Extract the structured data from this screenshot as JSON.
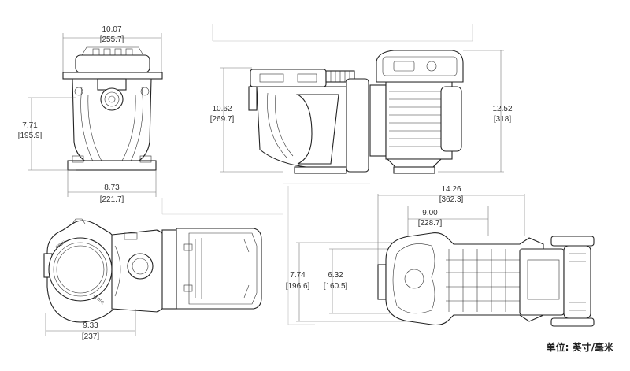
{
  "dimensions": {
    "front_width": {
      "in": "10.07",
      "mm": "[255.7]"
    },
    "front_height": {
      "in": "7.71",
      "mm": "[195.9]"
    },
    "front_base_width": {
      "in": "8.73",
      "mm": "[221.7]"
    },
    "side_height": {
      "in": "10.62",
      "mm": "[269.7]"
    },
    "side_total_height": {
      "in": "12.52",
      "mm": "[318]"
    },
    "top_width": {
      "in": "9.33",
      "mm": "[237]"
    },
    "bottom_total_length": {
      "in": "14.26",
      "mm": "[362.3]"
    },
    "bottom_inner_length": {
      "in": "9.00",
      "mm": "[228.7]"
    },
    "bottom_height": {
      "in": "7.74",
      "mm": "[196.6]"
    },
    "bottom_inner_height": {
      "in": "6.32",
      "mm": "[160.5]"
    }
  },
  "unit_label": "单位: 英寸/毫米"
}
